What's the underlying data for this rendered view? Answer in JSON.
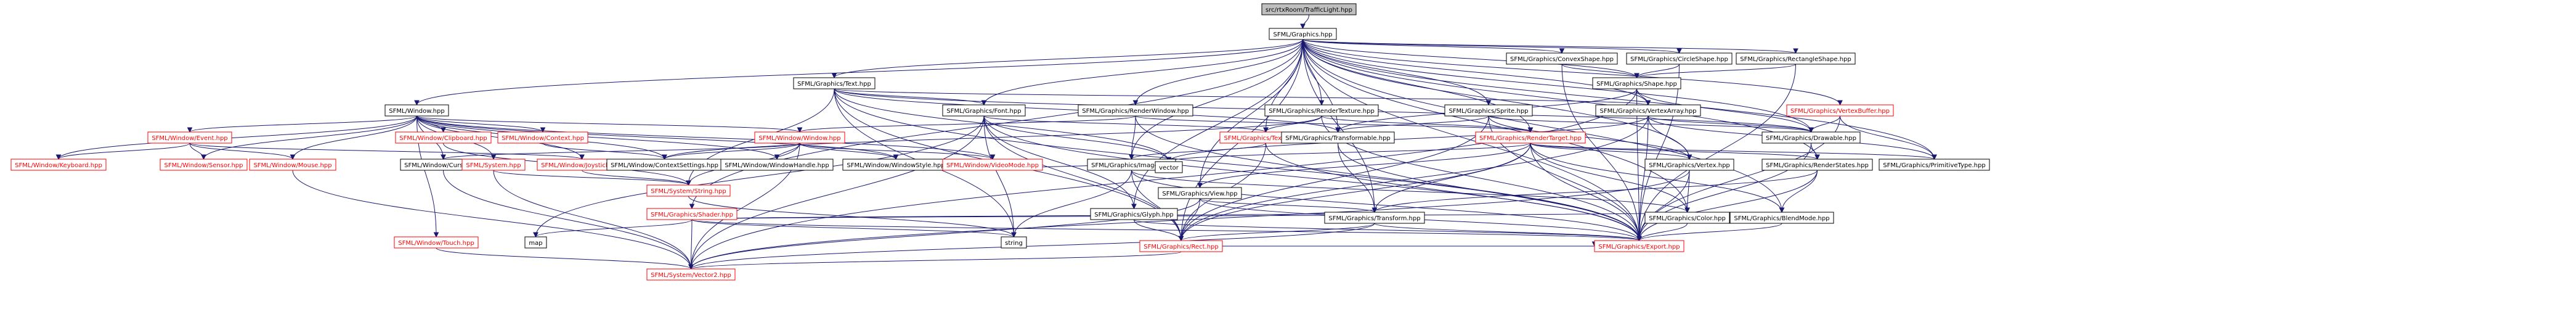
{
  "diagram": {
    "type": "include-dependency-graph",
    "colors": {
      "edge": "#191970",
      "normal_border": "#000000",
      "missing_border": "#ff0000",
      "root_fill": "#bfbfbf"
    },
    "nodes": [
      {
        "id": "root",
        "label": "src/rtxRoom/TrafficLight.hpp",
        "style": "root"
      },
      {
        "id": "graphics",
        "label": "SFML/Graphics.hpp"
      },
      {
        "id": "window",
        "label": "SFML/Window.hpp"
      },
      {
        "id": "text",
        "label": "SFML/Graphics/Text.hpp"
      },
      {
        "id": "renderwindow",
        "label": "SFML/Graphics/RenderWindow.hpp"
      },
      {
        "id": "rendertexture",
        "label": "SFML/Graphics/RenderTexture.hpp"
      },
      {
        "id": "sprite",
        "label": "SFML/Graphics/Sprite.hpp"
      },
      {
        "id": "vertexarray",
        "label": "SFML/Graphics/VertexArray.hpp"
      },
      {
        "id": "convexshape",
        "label": "SFML/Graphics/ConvexShape.hpp"
      },
      {
        "id": "circleshape",
        "label": "SFML/Graphics/CircleShape.hpp"
      },
      {
        "id": "rectangleshape",
        "label": "SFML/Graphics/RectangleShape.hpp"
      },
      {
        "id": "shape",
        "label": "SFML/Graphics/Shape.hpp"
      },
      {
        "id": "vertexbuffer",
        "label": "SFML/Graphics/VertexBuffer.hpp",
        "style": "red"
      },
      {
        "id": "drawable",
        "label": "SFML/Graphics/Drawable.hpp"
      },
      {
        "id": "primitivetype",
        "label": "SFML/Graphics/PrimitiveType.hpp"
      },
      {
        "id": "renderstates",
        "label": "SFML/Graphics/RenderStates.hpp"
      },
      {
        "id": "font",
        "label": "SFML/Graphics/Font.hpp"
      },
      {
        "id": "texture",
        "label": "SFML/Graphics/Texture.hpp",
        "style": "red"
      },
      {
        "id": "transformable",
        "label": "SFML/Graphics/Transformable.hpp"
      },
      {
        "id": "rendertarget",
        "label": "SFML/Graphics/RenderTarget.hpp",
        "style": "red"
      },
      {
        "id": "image",
        "label": "SFML/Graphics/Image.hpp"
      },
      {
        "id": "view",
        "label": "SFML/Graphics/View.hpp"
      },
      {
        "id": "vertex",
        "label": "SFML/Graphics/Vertex.hpp"
      },
      {
        "id": "color",
        "label": "SFML/Graphics/Color.hpp"
      },
      {
        "id": "blendmode",
        "label": "SFML/Graphics/BlendMode.hpp"
      },
      {
        "id": "transform",
        "label": "SFML/Graphics/Transform.hpp"
      },
      {
        "id": "glyph",
        "label": "SFML/Graphics/Glyph.hpp"
      },
      {
        "id": "rect",
        "label": "SFML/Graphics/Rect.hpp",
        "style": "red"
      },
      {
        "id": "export",
        "label": "SFML/Graphics/Export.hpp",
        "style": "red"
      },
      {
        "id": "shader",
        "label": "SFML/Graphics/Shader.hpp",
        "style": "red"
      },
      {
        "id": "vector",
        "label": "vector"
      },
      {
        "id": "string",
        "label": "string"
      },
      {
        "id": "map",
        "label": "map"
      },
      {
        "id": "event",
        "label": "SFML/Window/Event.hpp",
        "style": "red"
      },
      {
        "id": "windowclipboard",
        "label": "SFML/Window/Clipboard.hpp",
        "style": "red"
      },
      {
        "id": "windowcontext",
        "label": "SFML/Window/Context.hpp",
        "style": "red"
      },
      {
        "id": "windowwindow",
        "label": "SFML/Window/Window.hpp",
        "style": "red"
      },
      {
        "id": "keyboard",
        "label": "SFML/Window/Keyboard.hpp",
        "style": "red"
      },
      {
        "id": "sensor",
        "label": "SFML/Window/Sensor.hpp",
        "style": "red"
      },
      {
        "id": "mouse",
        "label": "SFML/Window/Mouse.hpp",
        "style": "red"
      },
      {
        "id": "cursor",
        "label": "SFML/Window/Cursor.hpp"
      },
      {
        "id": "systemhpp",
        "label": "SFML/System.hpp",
        "style": "red"
      },
      {
        "id": "joystick",
        "label": "SFML/Window/Joystick.hpp",
        "style": "red"
      },
      {
        "id": "contextsettings",
        "label": "SFML/Window/ContextSettings.hpp"
      },
      {
        "id": "windowhandle",
        "label": "SFML/Window/WindowHandle.hpp"
      },
      {
        "id": "windowstyle",
        "label": "SFML/Window/WindowStyle.hpp"
      },
      {
        "id": "videomode",
        "label": "SFML/Window/VideoMode.hpp",
        "style": "red"
      },
      {
        "id": "touch",
        "label": "SFML/Window/Touch.hpp",
        "style": "red"
      },
      {
        "id": "systemstring",
        "label": "SFML/System/String.hpp",
        "style": "red"
      },
      {
        "id": "vector2",
        "label": "SFML/System/Vector2.hpp",
        "style": "red"
      }
    ],
    "edges": [
      [
        "root",
        "graphics"
      ],
      [
        "graphics",
        "window"
      ],
      [
        "graphics",
        "text"
      ],
      [
        "graphics",
        "renderwindow"
      ],
      [
        "graphics",
        "rendertexture"
      ],
      [
        "graphics",
        "sprite"
      ],
      [
        "graphics",
        "vertexarray"
      ],
      [
        "graphics",
        "convexshape"
      ],
      [
        "graphics",
        "circleshape"
      ],
      [
        "graphics",
        "rectangleshape"
      ],
      [
        "graphics",
        "shape"
      ],
      [
        "graphics",
        "vertexbuffer"
      ],
      [
        "graphics",
        "drawable"
      ],
      [
        "graphics",
        "primitivetype"
      ],
      [
        "graphics",
        "renderstates"
      ],
      [
        "graphics",
        "font"
      ],
      [
        "graphics",
        "texture"
      ],
      [
        "graphics",
        "transformable"
      ],
      [
        "graphics",
        "rendertarget"
      ],
      [
        "graphics",
        "image"
      ],
      [
        "graphics",
        "view"
      ],
      [
        "graphics",
        "vertex"
      ],
      [
        "graphics",
        "color"
      ],
      [
        "graphics",
        "blendmode"
      ],
      [
        "graphics",
        "transform"
      ],
      [
        "graphics",
        "glyph"
      ],
      [
        "graphics",
        "rect"
      ],
      [
        "graphics",
        "shader"
      ],
      [
        "graphics",
        "export"
      ],
      [
        "convexshape",
        "shape"
      ],
      [
        "circleshape",
        "shape"
      ],
      [
        "rectangleshape",
        "shape"
      ],
      [
        "convexshape",
        "export"
      ],
      [
        "circleshape",
        "export"
      ],
      [
        "rectangleshape",
        "export"
      ],
      [
        "shape",
        "drawable"
      ],
      [
        "shape",
        "transformable"
      ],
      [
        "shape",
        "vertexarray"
      ],
      [
        "shape",
        "export"
      ],
      [
        "shape",
        "vector2"
      ],
      [
        "vertexbuffer",
        "drawable"
      ],
      [
        "vertexbuffer",
        "primitivetype"
      ],
      [
        "vertexbuffer",
        "export"
      ],
      [
        "vertexarray",
        "drawable"
      ],
      [
        "vertexarray",
        "primitivetype"
      ],
      [
        "vertexarray",
        "vertex"
      ],
      [
        "vertexarray",
        "rect"
      ],
      [
        "vertexarray",
        "export"
      ],
      [
        "vertexarray",
        "vector"
      ],
      [
        "text",
        "drawable"
      ],
      [
        "text",
        "transformable"
      ],
      [
        "text",
        "font"
      ],
      [
        "text",
        "rect"
      ],
      [
        "text",
        "vertexarray"
      ],
      [
        "text",
        "export"
      ],
      [
        "text",
        "systemstring"
      ],
      [
        "text",
        "vector"
      ],
      [
        "text",
        "string"
      ],
      [
        "renderwindow",
        "rendertarget"
      ],
      [
        "renderwindow",
        "image"
      ],
      [
        "renderwindow",
        "windowwindow"
      ],
      [
        "renderwindow",
        "export"
      ],
      [
        "rendertexture",
        "texture"
      ],
      [
        "rendertexture",
        "rendertarget"
      ],
      [
        "rendertexture",
        "export"
      ],
      [
        "rendertexture",
        "contextsettings"
      ],
      [
        "sprite",
        "drawable"
      ],
      [
        "sprite",
        "transformable"
      ],
      [
        "sprite",
        "vertex"
      ],
      [
        "sprite",
        "rect"
      ],
      [
        "sprite",
        "export"
      ],
      [
        "font",
        "glyph"
      ],
      [
        "font",
        "texture"
      ],
      [
        "font",
        "rect"
      ],
      [
        "font",
        "export"
      ],
      [
        "font",
        "vector"
      ],
      [
        "font",
        "string"
      ],
      [
        "font",
        "map"
      ],
      [
        "font",
        "vector2"
      ],
      [
        "drawable",
        "renderstates"
      ],
      [
        "drawable",
        "export"
      ],
      [
        "renderstates",
        "blendmode"
      ],
      [
        "renderstates",
        "transform"
      ],
      [
        "renderstates",
        "export"
      ],
      [
        "texture",
        "image"
      ],
      [
        "texture",
        "rect"
      ],
      [
        "texture",
        "export"
      ],
      [
        "transformable",
        "transform"
      ],
      [
        "transformable",
        "export"
      ],
      [
        "rendertarget",
        "color"
      ],
      [
        "rendertarget",
        "rect"
      ],
      [
        "rendertarget",
        "view"
      ],
      [
        "rendertarget",
        "transform"
      ],
      [
        "rendertarget",
        "blendmode"
      ],
      [
        "rendertarget",
        "renderstates"
      ],
      [
        "rendertarget",
        "primitivetype"
      ],
      [
        "rendertarget",
        "vertex"
      ],
      [
        "rendertarget",
        "export"
      ],
      [
        "rendertarget",
        "vector"
      ],
      [
        "image",
        "color"
      ],
      [
        "image",
        "rect"
      ],
      [
        "image",
        "export"
      ],
      [
        "image",
        "vector"
      ],
      [
        "image",
        "string"
      ],
      [
        "view",
        "rect"
      ],
      [
        "view",
        "transform"
      ],
      [
        "view",
        "export"
      ],
      [
        "view",
        "vector2"
      ],
      [
        "vertex",
        "color"
      ],
      [
        "vertex",
        "export"
      ],
      [
        "vertex",
        "vector2"
      ],
      [
        "color",
        "export"
      ],
      [
        "blendmode",
        "export"
      ],
      [
        "transform",
        "rect"
      ],
      [
        "transform",
        "export"
      ],
      [
        "transform",
        "vector2"
      ],
      [
        "glyph",
        "rect"
      ],
      [
        "glyph",
        "export"
      ],
      [
        "rect",
        "vector2"
      ],
      [
        "rect",
        "export"
      ],
      [
        "shader",
        "transform"
      ],
      [
        "shader",
        "color"
      ],
      [
        "shader",
        "export"
      ],
      [
        "shader",
        "vector2"
      ],
      [
        "shader",
        "map"
      ],
      [
        "shader",
        "string"
      ],
      [
        "window",
        "event"
      ],
      [
        "window",
        "windowclipboard"
      ],
      [
        "window",
        "windowcontext"
      ],
      [
        "window",
        "windowwindow"
      ],
      [
        "window",
        "keyboard"
      ],
      [
        "window",
        "sensor"
      ],
      [
        "window",
        "mouse"
      ],
      [
        "window",
        "cursor"
      ],
      [
        "window",
        "systemhpp"
      ],
      [
        "window",
        "joystick"
      ],
      [
        "window",
        "contextsettings"
      ],
      [
        "window",
        "windowhandle"
      ],
      [
        "window",
        "windowstyle"
      ],
      [
        "window",
        "videomode"
      ],
      [
        "window",
        "touch"
      ],
      [
        "event",
        "keyboard"
      ],
      [
        "event",
        "sensor"
      ],
      [
        "event",
        "mouse"
      ],
      [
        "event",
        "joystick"
      ],
      [
        "windowclipboard",
        "systemstring"
      ],
      [
        "windowcontext",
        "contextsettings"
      ],
      [
        "windowwindow",
        "contextsettings"
      ],
      [
        "windowwindow",
        "cursor"
      ],
      [
        "windowwindow",
        "windowhandle"
      ],
      [
        "windowwindow",
        "windowstyle"
      ],
      [
        "windowwindow",
        "videomode"
      ],
      [
        "windowwindow",
        "systemstring"
      ],
      [
        "windowwindow",
        "vector2"
      ],
      [
        "cursor",
        "vector2"
      ],
      [
        "mouse",
        "vector2"
      ],
      [
        "joystick",
        "systemstring"
      ],
      [
        "touch",
        "vector2"
      ],
      [
        "systemhpp",
        "systemstring"
      ],
      [
        "systemhpp",
        "vector2"
      ],
      [
        "systemstring",
        "string"
      ],
      [
        "videomode",
        "vector"
      ]
    ]
  }
}
